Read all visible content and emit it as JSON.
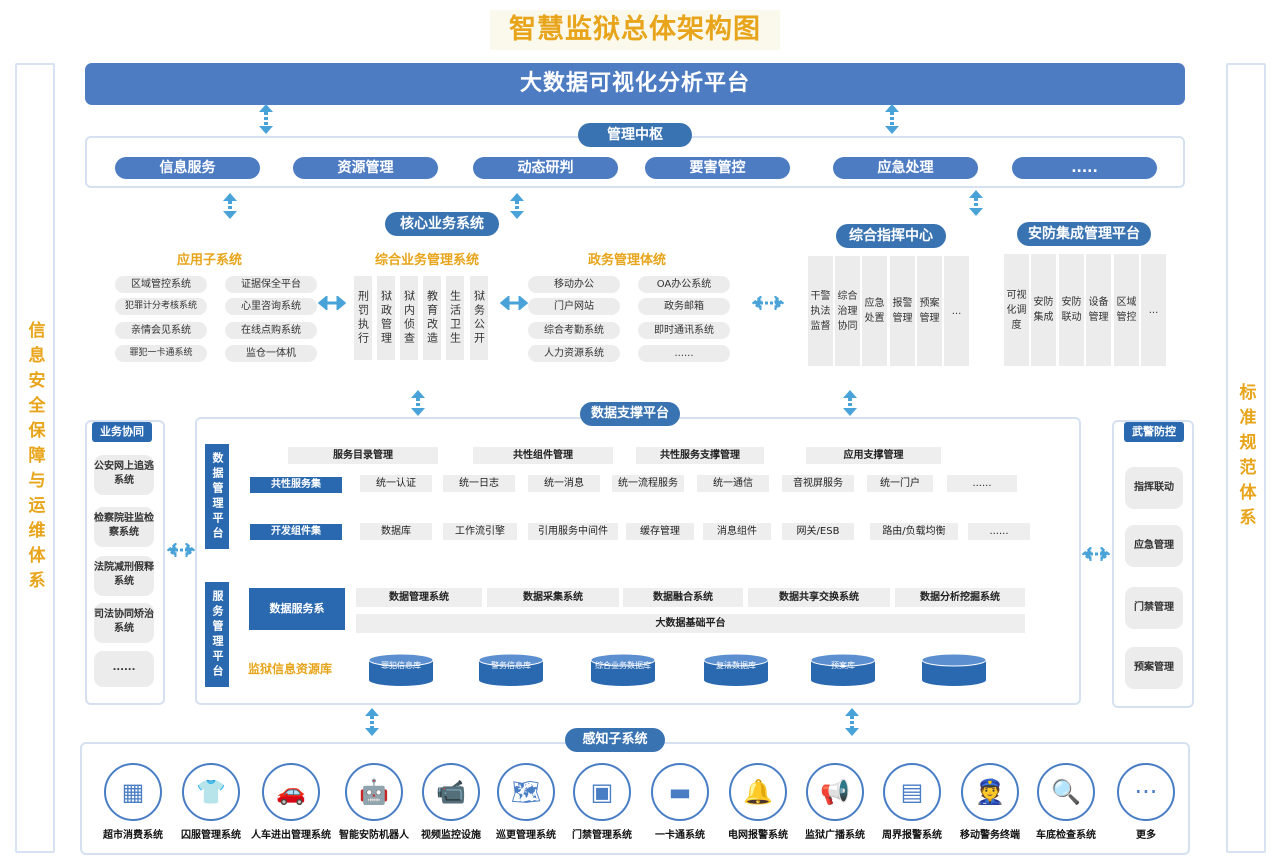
{
  "title": "智慧监狱总体架构图",
  "left_side": "信息安全保障与运维体系",
  "right_side": "标准规范体系",
  "top_platform": "大数据可视化分析平台",
  "mgmt": {
    "label": "管理中枢",
    "items": [
      "信息服务",
      "资源管理",
      "动态研判",
      "要害管控",
      "应急处理",
      "....."
    ]
  },
  "core": {
    "label": "核心业务系统",
    "app": {
      "title": "应用子系统",
      "items": [
        "区域管控系统",
        "证据保全平台",
        "犯罪计分考核系统",
        "心里咨询系统",
        "亲情会见系统",
        "在线点购系统",
        "罪犯一卡通系统",
        "监仓一体机"
      ]
    },
    "integrated": {
      "title": "综合业务管理系统",
      "cols": [
        "刑罚执行",
        "狱政管理",
        "狱内侦查",
        "教育改造",
        "生活卫生",
        "狱务公开"
      ]
    },
    "gov": {
      "title": "政务管理体统",
      "items": [
        "移动办公",
        "OA办公系统",
        "门户网站",
        "政务邮箱",
        "综合考勤系统",
        "即时通讯系统",
        "人力资源系统",
        "......"
      ]
    }
  },
  "command": {
    "label": "综合指挥中心",
    "cols": [
      "干警执法监督",
      "综合治理协同",
      "应急处置",
      "报警管理",
      "预案管理",
      "..."
    ]
  },
  "security": {
    "label": "安防集成管理平台",
    "cols": [
      "可视化调度",
      "安防集成",
      "安防联动",
      "设备管理",
      "区域管控",
      "..."
    ]
  },
  "data_platform": {
    "label": "数据支撑平台",
    "mgmt_v": "数据管理平台",
    "top_row": [
      "服务目录管理",
      "共性组件管理",
      "共性服务支撑管理",
      "应用支撑管理"
    ],
    "common_label": "共性服务集",
    "common": [
      "统一认证",
      "统一日志",
      "统一消息",
      "统一流程服务",
      "统一通信",
      "音视屏服务",
      "统一门户",
      "......"
    ],
    "dev_label": "开发组件集",
    "dev": [
      "数据库",
      "工作流引擎",
      "引用服务中间件",
      "缓存管理",
      "消息组件",
      "网关/ESB",
      "路由/负载均衡",
      "......"
    ],
    "svc_v": "服务管理平台",
    "data_svc": "数据服务系",
    "svc_row": [
      "数据管理系统",
      "数据采集系统",
      "数据融合系统",
      "数据共享交换系统",
      "数据分析挖掘系统"
    ],
    "bigdata": "大数据基础平台",
    "db_label": "监狱信息资源库",
    "dbs": [
      "罪犯信息库",
      "警务信息库",
      "综合业务数据库",
      "复法数据库",
      "预案库",
      ""
    ]
  },
  "business": {
    "label": "业务协同",
    "items": [
      "公安网上追逃系统",
      "检察院驻监检察系统",
      "法院减刑假释系统",
      "司法协同矫治系统",
      "......"
    ]
  },
  "armed": {
    "label": "武警防控",
    "items": [
      "指挥联动",
      "应急管理",
      "门禁管理",
      "预案管理"
    ]
  },
  "sensing": {
    "label": "感知子系统",
    "items": [
      {
        "name": "超市消费系统",
        "icon": "cash-register-icon"
      },
      {
        "name": "囚服管理系统",
        "icon": "shirt-icon"
      },
      {
        "name": "人车进出管理系统",
        "icon": "car-icon"
      },
      {
        "name": "智能安防机器人",
        "icon": "robot-icon"
      },
      {
        "name": "视频监控设施",
        "icon": "camera-icon"
      },
      {
        "name": "巡更管理系统",
        "icon": "map-icon"
      },
      {
        "name": "门禁管理系统",
        "icon": "door-icon"
      },
      {
        "name": "一卡通系统",
        "icon": "card-icon"
      },
      {
        "name": "电网报警系统",
        "icon": "alarm-icon"
      },
      {
        "name": "监狱广播系统",
        "icon": "speaker-icon"
      },
      {
        "name": "周界报警系统",
        "icon": "perimeter-icon"
      },
      {
        "name": "移动警务终端",
        "icon": "police-icon"
      },
      {
        "name": "车底检查系统",
        "icon": "car-inspect-icon"
      },
      {
        "name": "更多",
        "icon": "more-icon"
      }
    ]
  }
}
